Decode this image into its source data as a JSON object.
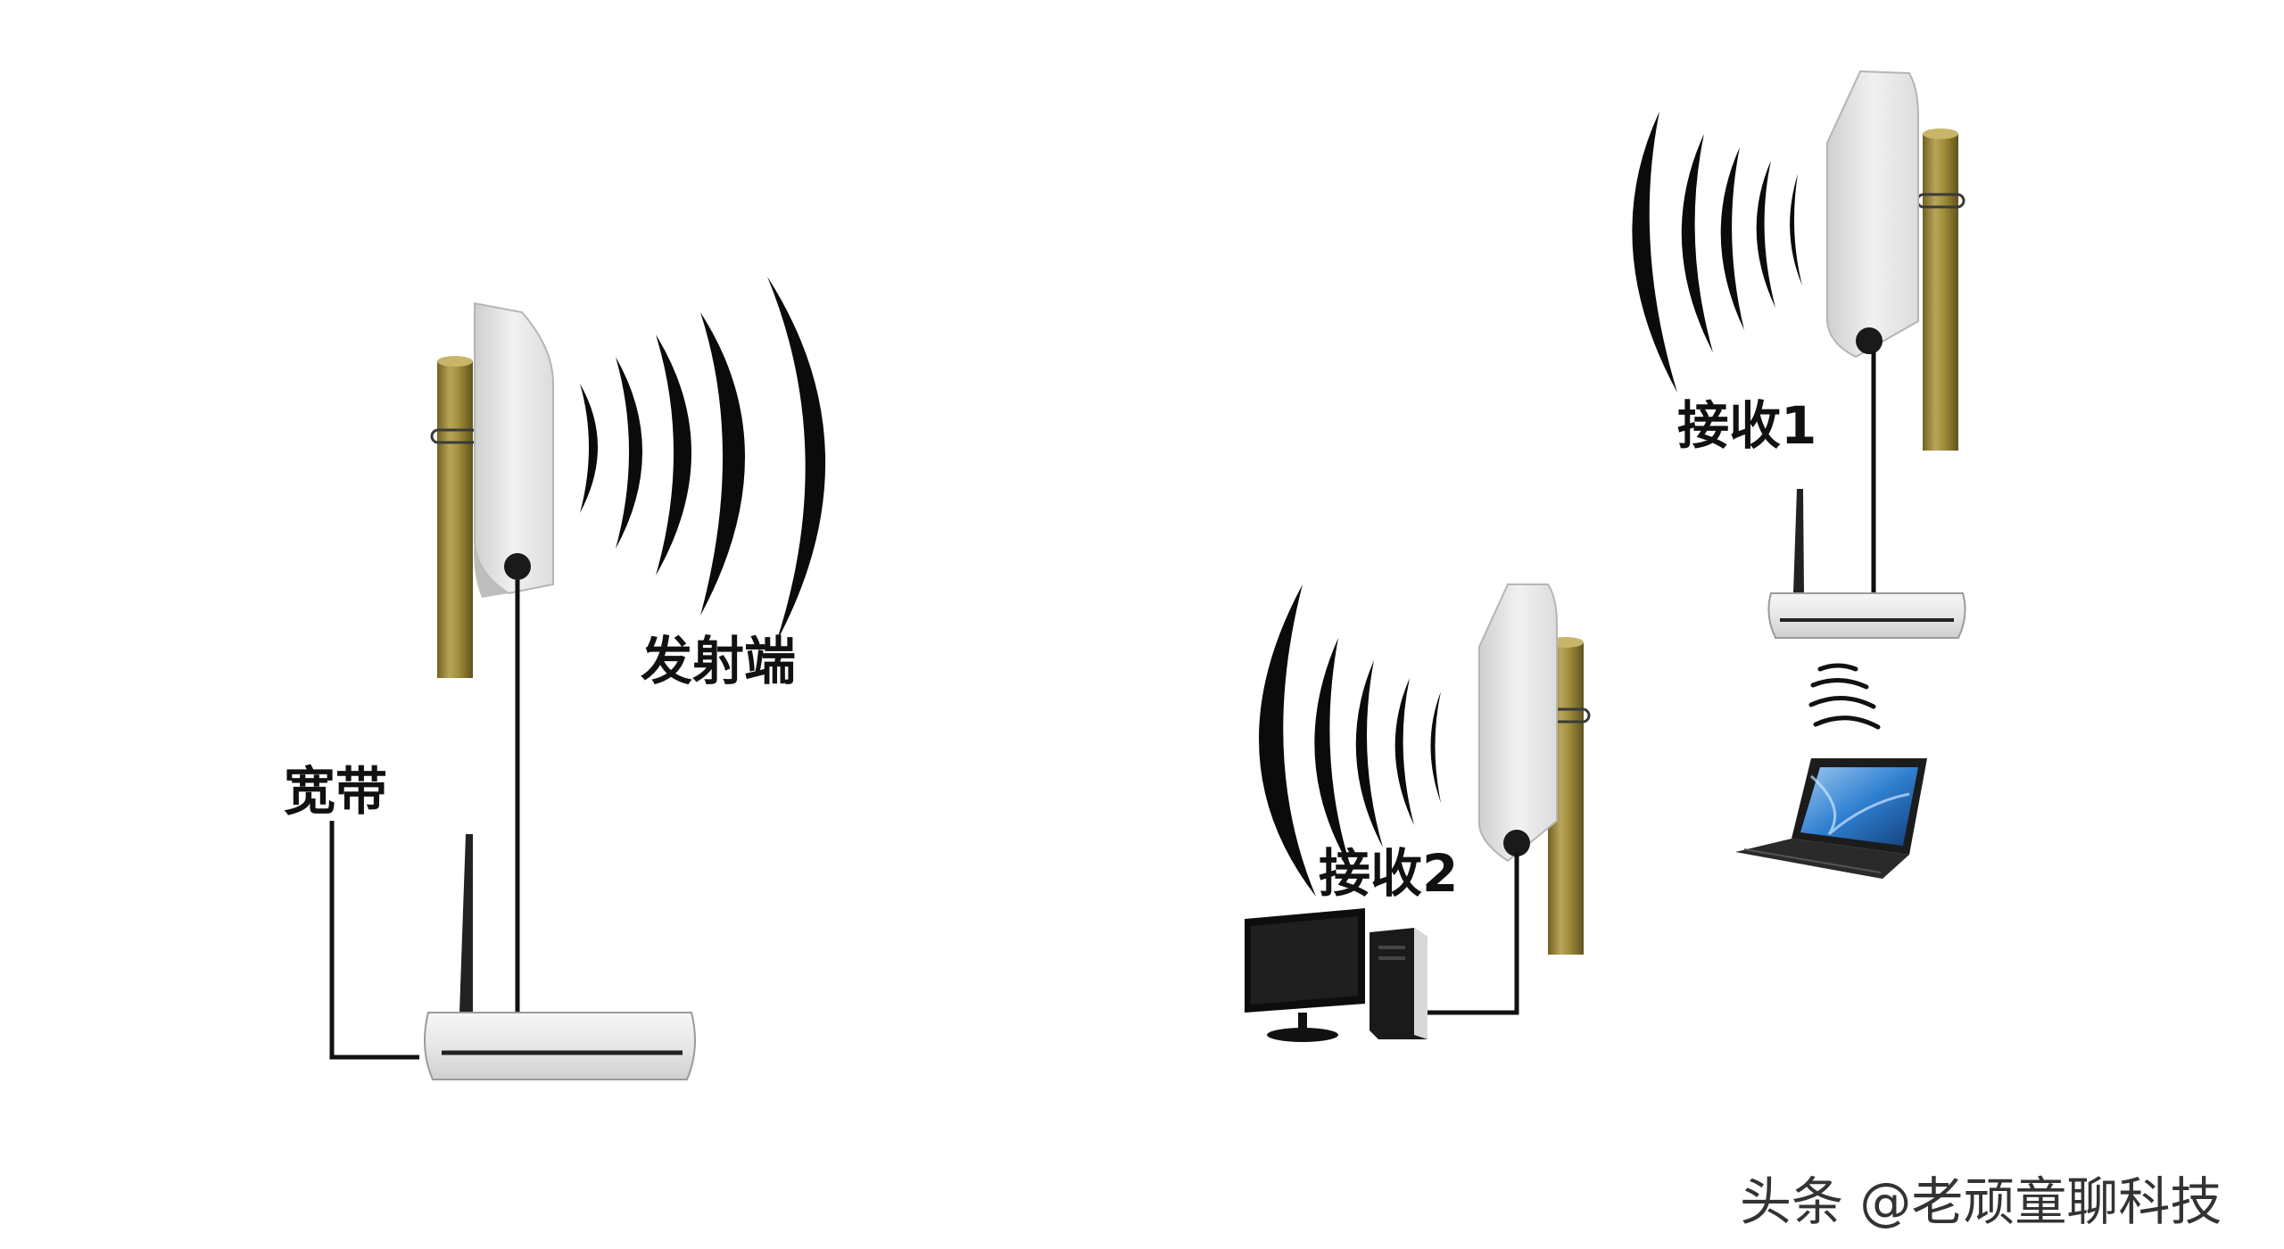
{
  "labels": {
    "transmitter": "发射端",
    "broadband": "宽带",
    "receiver1": "接收1",
    "receiver2": "接收2"
  },
  "watermark": "头条 @老顽童聊科技",
  "colors": {
    "background": "#ffffff",
    "wave": "#0b0b0b",
    "cable": "#111111",
    "pole": "#9a8a3a",
    "antenna_panel": "#e6e6e6",
    "router_body": "#efefef",
    "laptop_screen": "#2f7fd0"
  },
  "icons": [
    "panel-antenna-icon",
    "wooden-pole-icon",
    "wireless-router-icon",
    "desktop-computer-icon",
    "laptop-icon",
    "signal-wave-icon"
  ]
}
